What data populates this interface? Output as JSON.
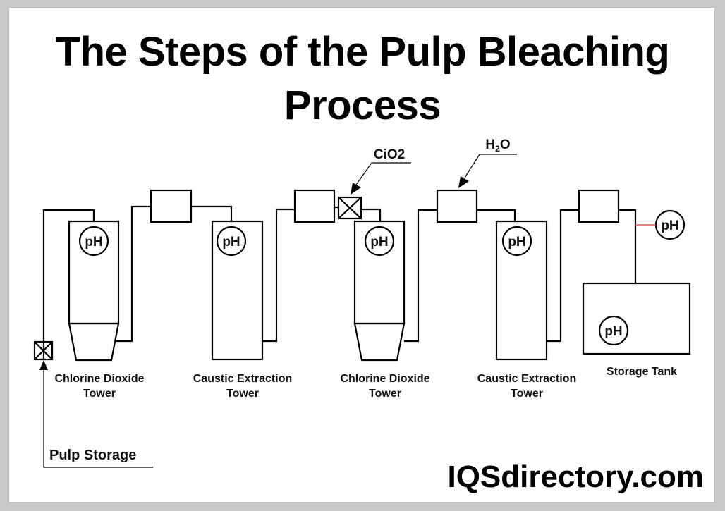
{
  "title": {
    "line1": "The Steps of the Pulp Bleaching",
    "line2": "Process"
  },
  "ph_label": "pH",
  "inputs": {
    "chemical": "CiO2",
    "water_main": "H",
    "water_sub": "2",
    "water_end": "O"
  },
  "stages": [
    {
      "line1": "Chlorine Dioxide",
      "line2": "Tower"
    },
    {
      "line1": "Caustic Extraction",
      "line2": "Tower"
    },
    {
      "line1": "Chlorine Dioxide",
      "line2": "Tower"
    },
    {
      "line1": "Caustic Extraction",
      "line2": "Tower"
    }
  ],
  "storage_tank": "Storage Tank",
  "pulp_storage": "Pulp Storage",
  "brand": "IQSdirectory.com",
  "colors": {
    "line": "#000000",
    "probe_link": "#d04040",
    "background": "#ffffff",
    "frame": "#c9c9c9"
  },
  "icons": [
    "valve-icon",
    "ph-sensor-icon",
    "arrow-icon"
  ]
}
